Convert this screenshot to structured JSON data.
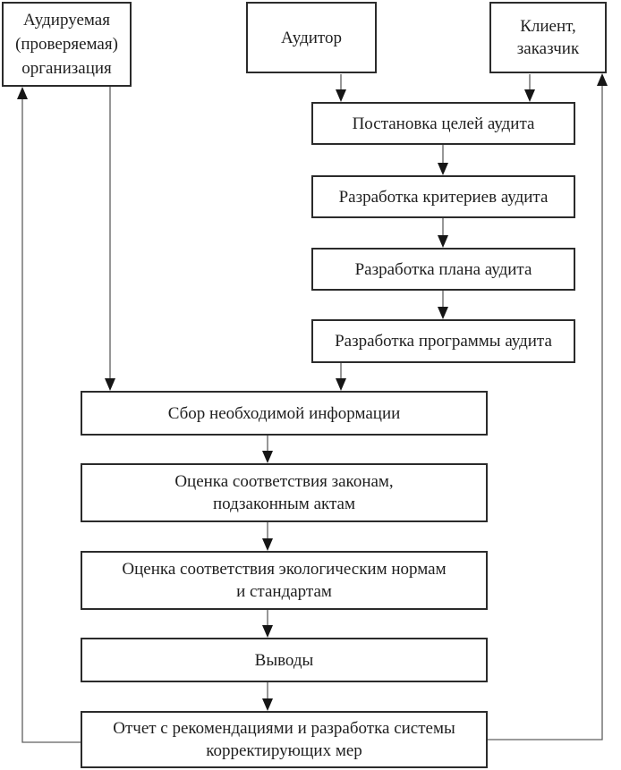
{
  "diagram": {
    "type": "flowchart",
    "language": "ru",
    "colors": {
      "background": "#ffffff",
      "box_border": "#2b2b2b",
      "text": "#1f1f1f",
      "connector_line": "#5f5f5f",
      "arrowhead": "#161616"
    },
    "nodes": {
      "audited_org": {
        "label": [
          "Аудируемая",
          "(проверяемая)",
          "организация"
        ]
      },
      "auditor": {
        "label": [
          "Аудитор"
        ]
      },
      "client": {
        "label": [
          "Клиент,",
          "заказчик"
        ]
      },
      "goals": {
        "label": [
          "Постановка целей аудита"
        ]
      },
      "criteria": {
        "label": [
          "Разработка критериев аудита"
        ]
      },
      "plan": {
        "label": [
          "Разработка плана аудита"
        ]
      },
      "program": {
        "label": [
          "Разработка программы аудита"
        ]
      },
      "collect": {
        "label": [
          "Сбор необходимой информации"
        ]
      },
      "laws": {
        "label": [
          "Оценка соответствия законам,",
          "подзаконным актам"
        ]
      },
      "eco": {
        "label": [
          "Оценка соответствия экологическим нормам",
          "и стандартам"
        ]
      },
      "conclusions": {
        "label": [
          "Выводы"
        ]
      },
      "report": {
        "label": [
          "Отчет с рекомендациями и разработка системы",
          "корректирующих мер"
        ]
      }
    },
    "edges": [
      {
        "from": "auditor",
        "to": "goals"
      },
      {
        "from": "client",
        "to": "goals"
      },
      {
        "from": "goals",
        "to": "criteria"
      },
      {
        "from": "criteria",
        "to": "plan"
      },
      {
        "from": "plan",
        "to": "program"
      },
      {
        "from": "program",
        "to": "collect"
      },
      {
        "from": "audited_org",
        "to": "collect"
      },
      {
        "from": "collect",
        "to": "laws"
      },
      {
        "from": "laws",
        "to": "eco"
      },
      {
        "from": "eco",
        "to": "conclusions"
      },
      {
        "from": "conclusions",
        "to": "report"
      },
      {
        "from": "report",
        "to": "audited_org",
        "style": "feedback-left"
      },
      {
        "from": "report",
        "to": "client",
        "style": "feedback-right"
      }
    ]
  }
}
